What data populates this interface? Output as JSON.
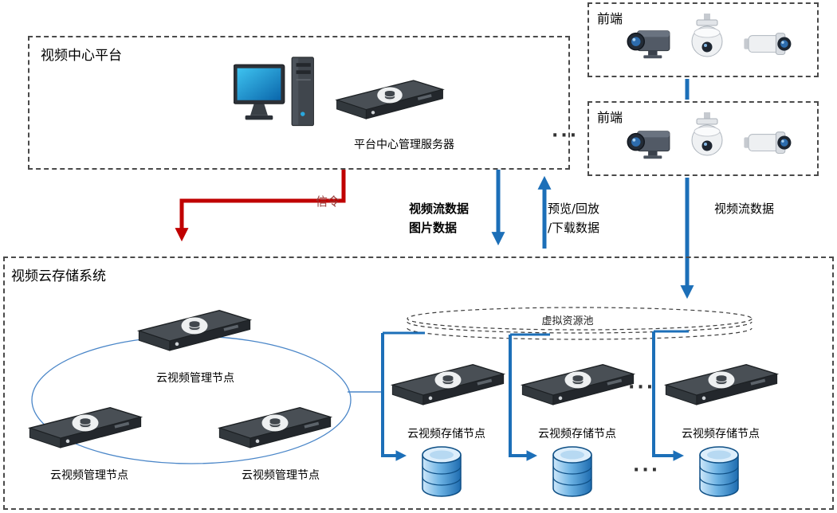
{
  "platform": {
    "label": "视频中心平台",
    "server_caption": "平台中心管理服务器"
  },
  "frontend": {
    "box1_label": "前端",
    "box2_label": "前端",
    "dots": "···"
  },
  "flows": {
    "signaling": "信令",
    "stream_down_line1": "视频流数据",
    "stream_down_line2": "图片数据",
    "preview_line1": "预览/回放",
    "preview_line2": "/下载数据",
    "frontend_stream": "视频流数据"
  },
  "cloud": {
    "label": "视频云存储系统",
    "pool_label": "虚拟资源池",
    "management_nodes": [
      "云视频管理节点",
      "云视频管理节点",
      "云视频管理节点"
    ],
    "storage_nodes": [
      "云视频存储节点",
      "云视频存储节点",
      "云视频存储节点"
    ],
    "storage_dots": "···",
    "db_dots": "···"
  },
  "colors": {
    "flow_blue": "#1c6fb8",
    "signal_red": "#c00000",
    "ring_blue": "#4a86c8"
  }
}
